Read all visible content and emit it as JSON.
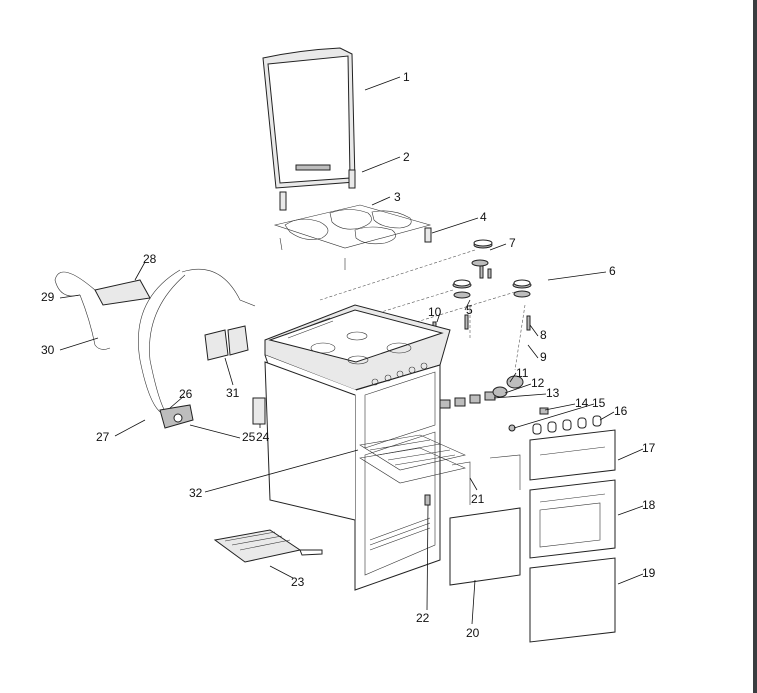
{
  "diagram": {
    "title": "Cooker exploded parts view",
    "part_labels": {
      "p1": "1",
      "p2": "2",
      "p3": "3",
      "p4": "4",
      "p5": "5",
      "p6": "6",
      "p7": "7",
      "p8": "8",
      "p9": "9",
      "p10": "10",
      "p11": "11",
      "p12": "12",
      "p13": "13",
      "p14": "14",
      "p15": "15",
      "p16": "16",
      "p17": "17",
      "p18": "18",
      "p19": "19",
      "p20": "20",
      "p21": "21",
      "p22": "22",
      "p23": "23",
      "p24": "24",
      "p25": "25",
      "p26": "26",
      "p27": "27",
      "p28": "28",
      "p29": "29",
      "p30": "30",
      "p31": "31",
      "p32": "32"
    }
  },
  "colors": {
    "frame_edge": "#3a3d40",
    "line": "#222222",
    "background": "#ffffff"
  }
}
